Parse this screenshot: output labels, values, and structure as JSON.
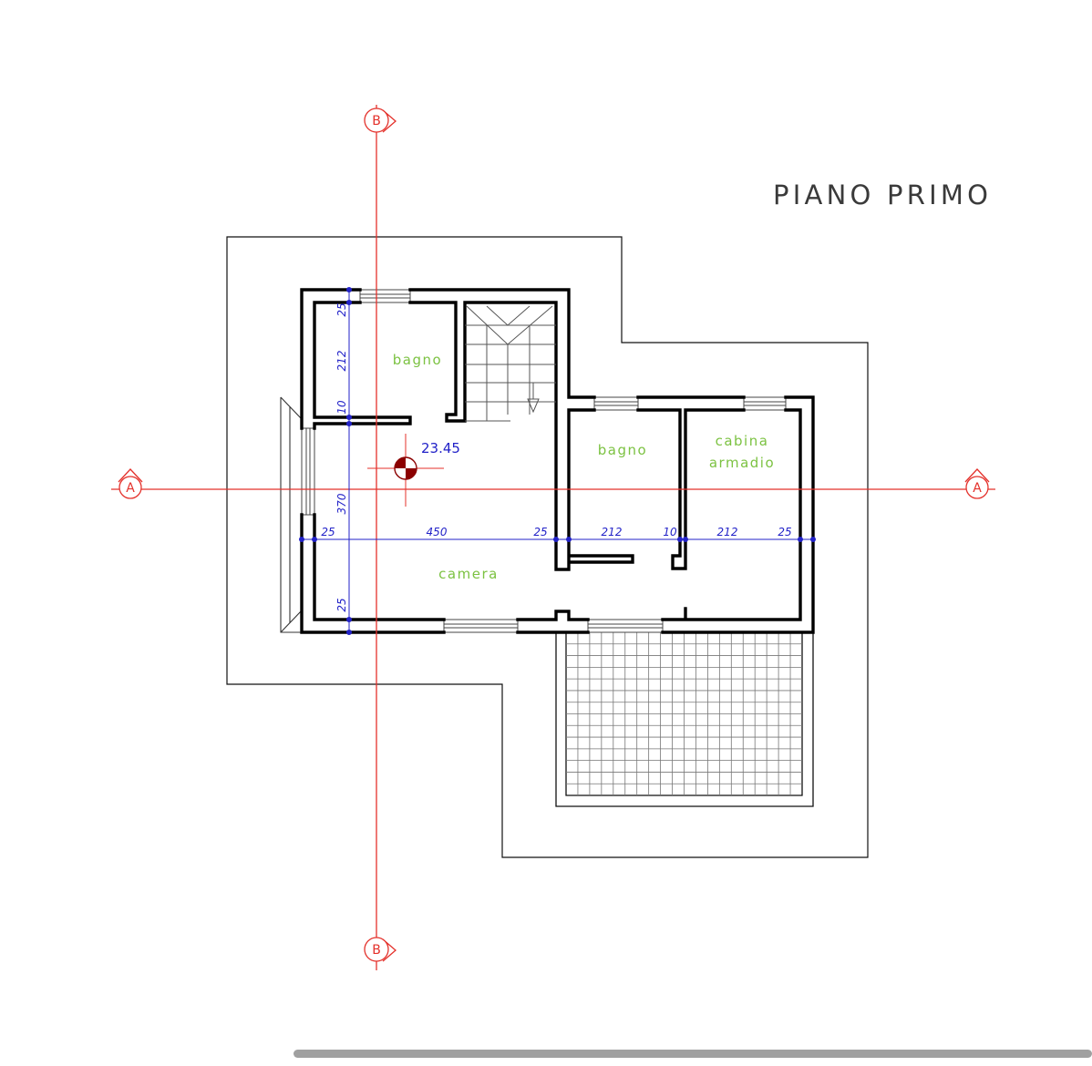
{
  "title": "PIANO PRIMO",
  "sections": {
    "b_top": "B",
    "b_bottom": "B",
    "a_left": "A",
    "a_right": "A"
  },
  "rooms": {
    "bagno_upper": "bagno",
    "bagno_middle": "bagno",
    "cabina_line1": "cabina",
    "cabina_line2": "armadio",
    "camera": "camera"
  },
  "elevation": "23.45",
  "dimensions": {
    "vertical": [
      "25",
      "212",
      "10",
      "370",
      "25"
    ],
    "horizontal": [
      "25",
      "450",
      "25",
      "212",
      "10",
      "212",
      "25"
    ]
  },
  "colors": {
    "section_lines": "#e4312b",
    "dimensions": "#2222c8",
    "room_labels": "#7cc242",
    "walls": "#000000",
    "elevation_marker": "#8b0000",
    "scrollbar": "#a0a0a0"
  }
}
